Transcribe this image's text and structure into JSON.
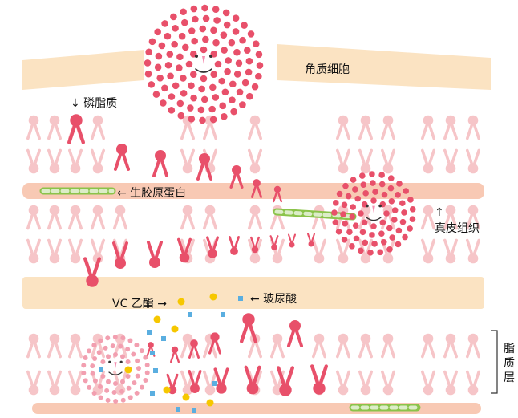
{
  "labels": {
    "keratinocyte": "角质细胞",
    "phospholipid": "↓ 磷脂质",
    "collagen": "← 生胶原蛋白",
    "dermis": "↑\n真皮组织",
    "vc_ester": "VC 乙酯 →",
    "hyaluronic_acid": "← 玻尿酸",
    "lipid_layer": "脂质层"
  },
  "colors": {
    "cell_dot": "#e8506a",
    "band": "#fbe3c2",
    "band_edge": "#f6cf9e",
    "lipid_dark": "#e8506a",
    "lipid_pale": "#f6c5c8",
    "collagen_green": "#8bc34a",
    "collagen_light": "#dcedc8",
    "vc_dot": "#f6c700",
    "ha_square": "#5aaee0",
    "bottom_band": "#f8c9b4"
  }
}
